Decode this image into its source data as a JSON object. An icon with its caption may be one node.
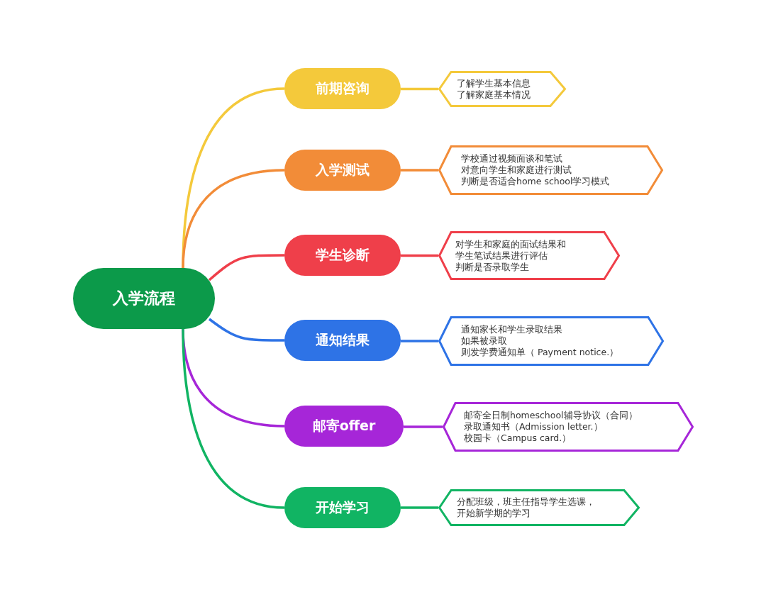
{
  "diagram": {
    "nodes": [
      {
        "text": [
          "入学流程"
        ]
      },
      {
        "text": [
          "前期咨询"
        ]
      },
      {
        "text": [
          "入学测试"
        ]
      },
      {
        "text": [
          "学生诊断"
        ]
      },
      {
        "text": [
          "通知结果"
        ]
      },
      {
        "text": [
          "邮寄offer"
        ]
      },
      {
        "text": [
          "开始学习"
        ]
      },
      {
        "text": [
          "了解学生基本信息",
          "了解家庭基本情况"
        ]
      },
      {
        "text": [
          "学校通过视频面谈和笔试",
          "对意向学生和家庭进行测试",
          "判断是否适合home school学习模式"
        ]
      },
      {
        "text": [
          "对学生和家庭的面试结果和",
          "学生笔试结果进行评估",
          "判断是否录取学生"
        ]
      },
      {
        "text": [
          "通知家长和学生录取结果",
          "如果被录取",
          "则发学费通知单（ Payment notice.）"
        ]
      },
      {
        "text": [
          "邮寄全日制homeschool辅导协议（合同）",
          "录取通知书（Admission letter.）",
          "校园卡（Campus card.）"
        ]
      },
      {
        "text": [
          "分配班级，班主任指导学生选课，",
          "开始新学期的学习"
        ]
      }
    ],
    "edges": [
      {
        "from": 0,
        "to": 1,
        "arrow": "none",
        "color": "#f4c93b"
      },
      {
        "from": 0,
        "to": 2,
        "arrow": "none",
        "color": "#f28c38"
      },
      {
        "from": 0,
        "to": 3,
        "arrow": "none",
        "color": "#ef3f4a"
      },
      {
        "from": 0,
        "to": 4,
        "arrow": "none",
        "color": "#2e73e6"
      },
      {
        "from": 0,
        "to": 5,
        "arrow": "none",
        "color": "#a626d8"
      },
      {
        "from": 0,
        "to": 6,
        "arrow": "none",
        "color": "#11b463"
      },
      {
        "from": 1,
        "to": 7,
        "arrow": "none",
        "color": "#f4c93b"
      },
      {
        "from": 2,
        "to": 8,
        "arrow": "none",
        "color": "#f28c38"
      },
      {
        "from": 3,
        "to": 9,
        "arrow": "none",
        "color": "#ef3f4a"
      },
      {
        "from": 4,
        "to": 10,
        "arrow": "none",
        "color": "#2e73e6"
      },
      {
        "from": 5,
        "to": 11,
        "arrow": "none",
        "color": "#a626d8"
      },
      {
        "from": 6,
        "to": 12,
        "arrow": "none",
        "color": "#11b463"
      }
    ]
  }
}
